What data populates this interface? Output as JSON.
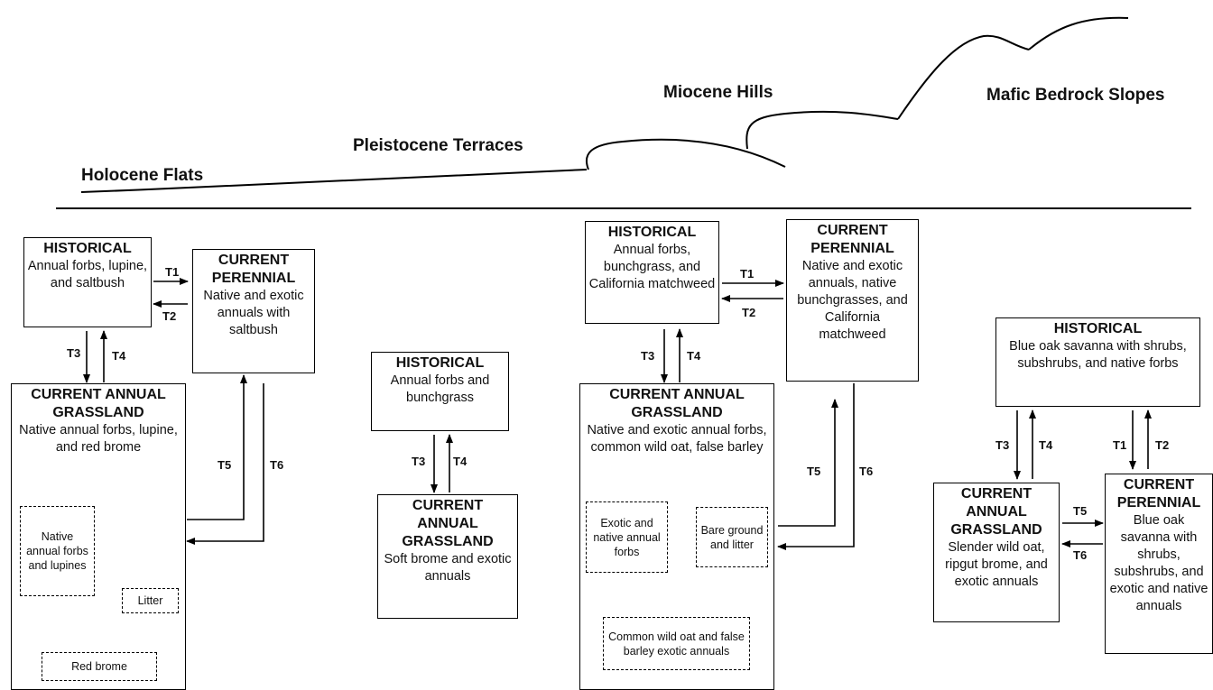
{
  "landscape": {
    "holocene": "Holocene Flats",
    "pleistocene": "Pleistocene Terraces",
    "miocene": "Miocene Hills",
    "mafic": "Mafic Bedrock Slopes"
  },
  "transitions": {
    "t1": "T1",
    "t2": "T2",
    "t3": "T3",
    "t4": "T4",
    "t5": "T5",
    "t6": "T6"
  },
  "holocene": {
    "historical": {
      "title": "HISTORICAL",
      "body": "Annual forbs, lupine, and saltbush"
    },
    "perennial": {
      "title": "CURRENT PERENNIAL",
      "body": "Native and exotic annuals with saltbush"
    },
    "annual": {
      "title": "CURRENT ANNUAL GRASSLAND",
      "body": "Native annual forbs, lupine, and red brome"
    },
    "sub": {
      "native": "Native annual forbs and lupines",
      "litter": "Litter",
      "redbrome": "Red brome"
    }
  },
  "pleistocene": {
    "historical": {
      "title": "HISTORICAL",
      "body": "Annual forbs and bunchgrass"
    },
    "annual": {
      "title": "CURRENT ANNUAL GRASSLAND",
      "body": "Soft brome and exotic annuals"
    }
  },
  "miocene": {
    "historical": {
      "title": "HISTORICAL",
      "body": "Annual forbs, bunchgrass, and California matchweed"
    },
    "perennial": {
      "title": "CURRENT PERENNIAL",
      "body": "Native and exotic annuals, native bunchgrasses, and California matchweed"
    },
    "annual": {
      "title": "CURRENT ANNUAL GRASSLAND",
      "body": "Native and exotic annual forbs, common wild oat, false barley"
    },
    "sub": {
      "exotic": "Exotic and native annual forbs",
      "bare": "Bare ground and litter",
      "oat": "Common wild oat and false barley exotic annuals"
    }
  },
  "mafic": {
    "historical": {
      "title": "HISTORICAL",
      "body": "Blue oak savanna with shrubs, subshrubs, and native forbs"
    },
    "annual": {
      "title": "CURRENT ANNUAL GRASSLAND",
      "body": "Slender wild oat, ripgut brome, and exotic annuals"
    },
    "perennial": {
      "title": "CURRENT PERENNIAL",
      "body": "Blue oak savanna with shrubs, subshrubs, and exotic and native annuals"
    }
  }
}
